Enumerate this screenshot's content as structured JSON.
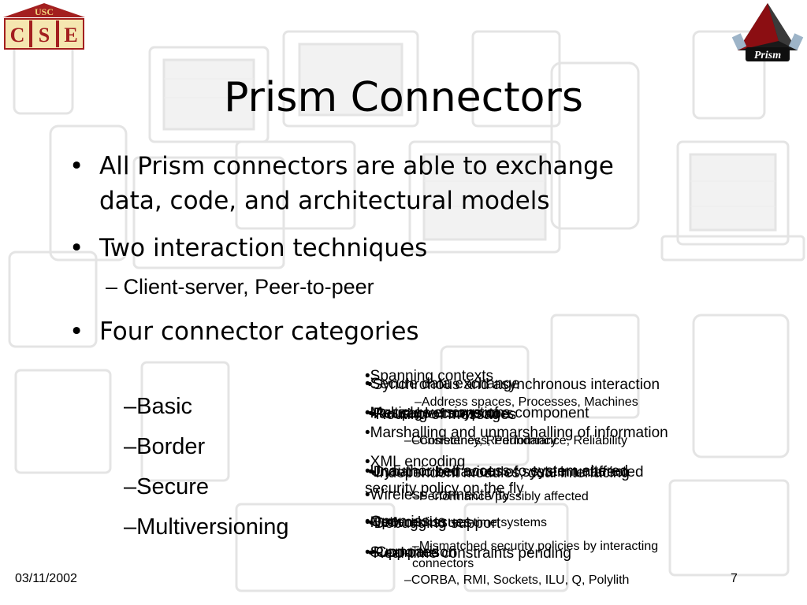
{
  "slide": {
    "title": "Prism Connectors",
    "date": "03/11/2002",
    "page_number": "7"
  },
  "logos": {
    "left_top": "USC",
    "left_letters": [
      "C",
      "S",
      "E"
    ],
    "right": "Prism"
  },
  "bullets": [
    {
      "marker": "•",
      "lines": [
        "All Prism connectors are able to exchange",
        "data, code, and architectural models"
      ]
    },
    {
      "marker": "•",
      "lines": [
        "Two interaction techniques"
      ]
    },
    {
      "marker": "•",
      "lines": [
        "Four connector categories"
      ]
    }
  ],
  "sub_bullet": "– Client-server, Peer-to-peer",
  "categories": [
    "–Basic",
    "–Border",
    "–Secure",
    "–Multiversioning"
  ],
  "overlay_layers": [
    [
      {
        "t": "•Spanning contexts",
        "s": "lg"
      },
      {
        "t": "–Address spaces, Processes, Machines",
        "s": "sm"
      },
      {
        "t": "•Marshalling and unmarshalling of information",
        "s": "lg"
      },
      {
        "t": "•XML encoding",
        "s": "lg"
      },
      {
        "t": "•Wireless connectivity",
        "s": "lg"
      },
      {
        "t": "•Network issues",
        "s": "lg"
      },
      {
        "t": "•Supported",
        "s": "lg"
      },
      {
        "t": "–CORBA, RMI, Sockets, ILU, Q, Polylith",
        "s": "sm"
      }
    ],
    [
      {
        "t": "•Secure data exchange",
        "s": "lg"
      },
      {
        "t": "•Message encryption",
        "s": "lg"
      },
      {
        "t": "–Correctness, Performance, Reliability",
        "s": "sm"
      },
      {
        "t": "•Unauthorized access to system altered",
        "s": "lg"
      },
      {
        "t": "–Performance possibly affected",
        "s": "sm"
      },
      {
        "t": "•Open issue",
        "s": "lg"
      },
      {
        "t": "–Mismatched security policies by interacting",
        "s": "sm"
      },
      {
        "t": "connectors",
        "s": "sm"
      }
    ],
    [
      {
        "t": "•Multiple versions of a component",
        "s": "lg"
      },
      {
        "t": "•Routing of messages",
        "s": "lg"
      },
      {
        "t": "–Consistency, Redundancy",
        "s": "sm"
      },
      {
        "t": "•Dynamic behaviour of system unaffected",
        "s": "lg"
      },
      {
        "t": "•Bottleneck in real-time systems",
        "s": "lg"
      },
      {
        "t": "•Real-time constraints pending",
        "s": "lg"
      }
    ],
    [
      {
        "t": "•Synchronous and asynchronous interaction",
        "s": "lg"
      },
      {
        "t": "•Reusable connectors",
        "s": "lg"
      },
      {
        "t": "•Independent modules, dual interfacing",
        "s": "lg"
      },
      {
        "t": "security policy on the fly",
        "s": "lg"
      },
      {
        "t": "•Debugging support",
        "s": "lg"
      },
      {
        "t": "•Comparison",
        "s": "lg"
      }
    ]
  ],
  "colors": {
    "watermark": "#e6e6e6",
    "usc_red": "#a31f1f",
    "usc_gold": "#d9a62e",
    "prism_red": "#8b0e12"
  },
  "icons": [
    "usc-cse-logo",
    "prism-logo",
    "computer-watermark"
  ]
}
